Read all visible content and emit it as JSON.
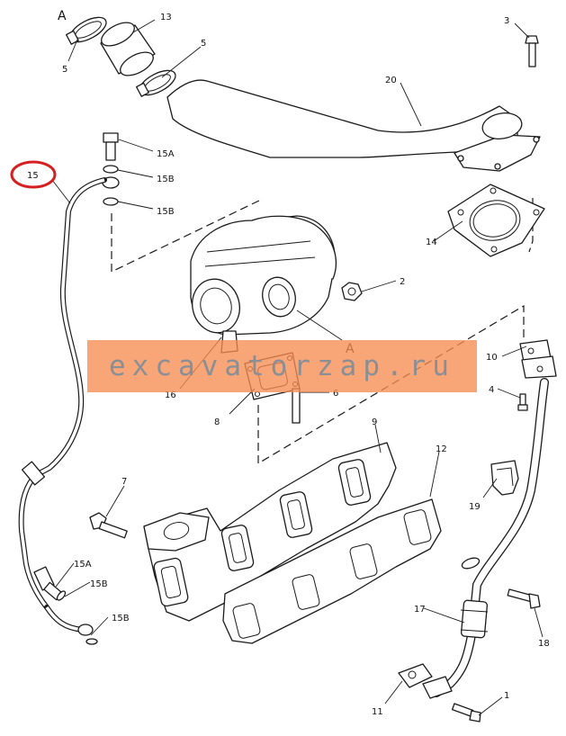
{
  "watermark": {
    "text": "excavatorzap.ru",
    "color": "#f68c52"
  },
  "highlight": {
    "color": "#d42020",
    "label": "15"
  },
  "labels": {
    "A_top": "A",
    "A_mid": "A",
    "p1": "1",
    "p2": "2",
    "p3": "3",
    "p4": "4",
    "p5_left": "5",
    "p5_right": "5",
    "p6": "6",
    "p7": "7",
    "p8": "8",
    "p9": "9",
    "p10": "10",
    "p11": "11",
    "p12": "12",
    "p13": "13",
    "p14": "14",
    "p15A_top": "15A",
    "p15B_top1": "15B",
    "p15B_top2": "15B",
    "p15A_bot": "15A",
    "p15B_bot1": "15B",
    "p15B_bot2": "15B",
    "p16": "16",
    "p17": "17",
    "p18": "18",
    "p19": "19",
    "p20": "20"
  }
}
